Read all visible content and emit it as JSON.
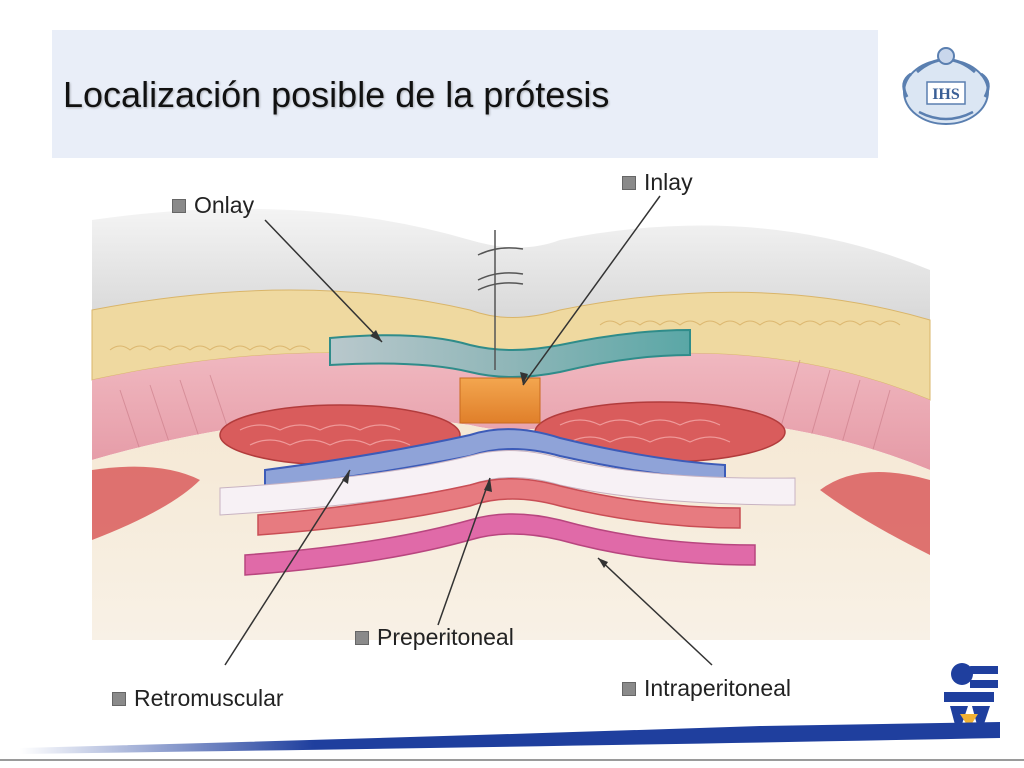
{
  "slide": {
    "title": "Localización posible de la prótesis"
  },
  "labels": {
    "onlay": "Onlay",
    "inlay": "Inlay",
    "retromuscular": "Retromuscular",
    "preperitoneal": "Preperitoneal",
    "intraperitoneal": "Intraperitoneal"
  },
  "crest_text": "IHS",
  "colors": {
    "title_band": "#e9eef8",
    "fat": "#efd9a0",
    "muscle": "#d95c5c",
    "fascia": "#e8b8c0",
    "onlay_mesh": "#5aa7a6",
    "inlay_mesh": "#e8913a",
    "retromuscular_mesh": "#8fa3d8",
    "preperitoneal_mesh": "#e77b80",
    "intraperitoneal_mesh": "#e06aa8",
    "footer_blue": "#1f3f9e"
  }
}
